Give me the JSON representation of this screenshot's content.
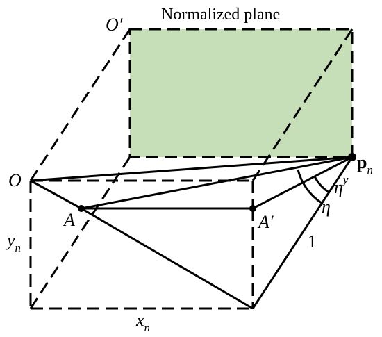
{
  "title": "Normalized plane",
  "labels": {
    "O_prime": "O′",
    "O": "O",
    "A": "A",
    "A_prime": "A′",
    "p_main": "p",
    "p_sub": "n",
    "eta": "η",
    "eta_y_main": "η",
    "eta_y_sup": "y",
    "one": "1",
    "yn_main": "y",
    "yn_sub": "n",
    "xn_main": "x",
    "xn_sub": "n"
  },
  "colors": {
    "plane_fill": "#c6dfb8",
    "line": "#000000"
  }
}
